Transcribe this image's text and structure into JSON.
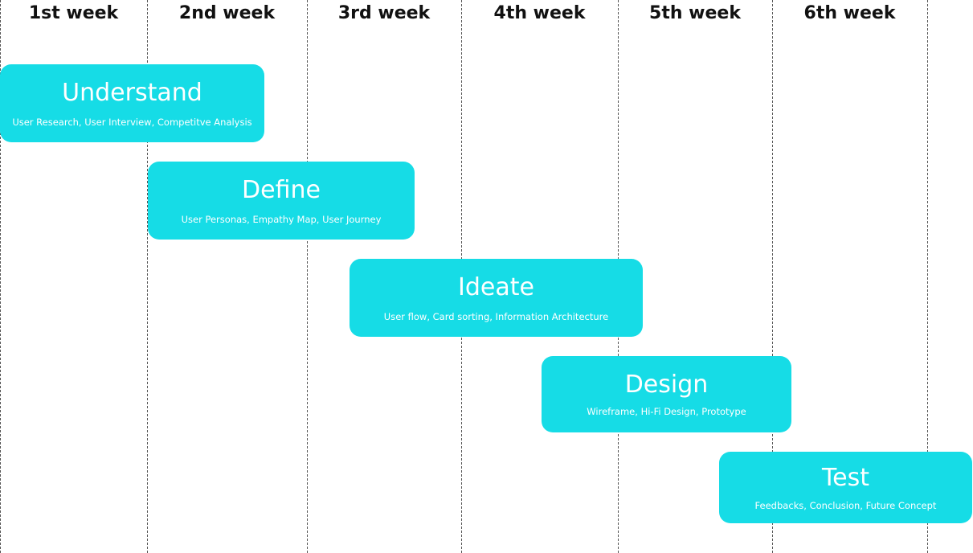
{
  "weeks": [
    "1st week",
    "2nd week",
    "3rd week",
    "4th week",
    "5th week",
    "6th week"
  ],
  "phases": [
    {
      "title": "Understand",
      "subtitle": "User Research, User Interview, Competitve Analysis",
      "start_week": 1.0,
      "end_week": 2.7
    },
    {
      "title": "Define",
      "subtitle": "User Personas, Empathy Map, User Journey",
      "start_week": 2.0,
      "end_week": 3.7
    },
    {
      "title": "Ideate",
      "subtitle": "User flow, Card sorting, Information Architecture",
      "start_week": 3.3,
      "end_week": 5.0
    },
    {
      "title": "Design",
      "subtitle": "Wireframe, Hi-Fi Design, Prototype",
      "start_week": 4.5,
      "end_week": 6.1
    },
    {
      "title": "Test",
      "subtitle": "Feedbacks, Conclusion, Future Concept",
      "start_week": 5.7,
      "end_week": 7.3
    }
  ],
  "colors": {
    "phase_fill": "#16dce6",
    "phase_text": "#ffffff",
    "header_text": "#111111",
    "gridline": "#555555"
  }
}
